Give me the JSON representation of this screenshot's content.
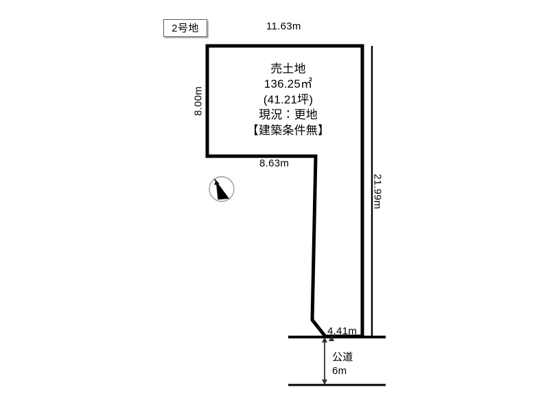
{
  "plan": {
    "lot_badge": "2号地",
    "parcel": {
      "line1": "売土地",
      "area_sqm": "136.25",
      "area_unit": "㎡",
      "area_tsubo": "(41.21坪)",
      "condition": "現況：更地",
      "note": "【建築条件無】"
    },
    "dimensions": {
      "top": "11.63m",
      "left": "8.00m",
      "inner_bottom": "8.63m",
      "right": "21.99m",
      "frontage": "4.41m"
    },
    "road": {
      "name": "公道",
      "width": "6m"
    },
    "icons": {
      "compass": "north-arrow-icon"
    },
    "colors": {
      "outline": "#000000",
      "background": "#ffffff",
      "badge_border": "#5a5a5a",
      "compass_ring": "#9a9a9a"
    }
  }
}
